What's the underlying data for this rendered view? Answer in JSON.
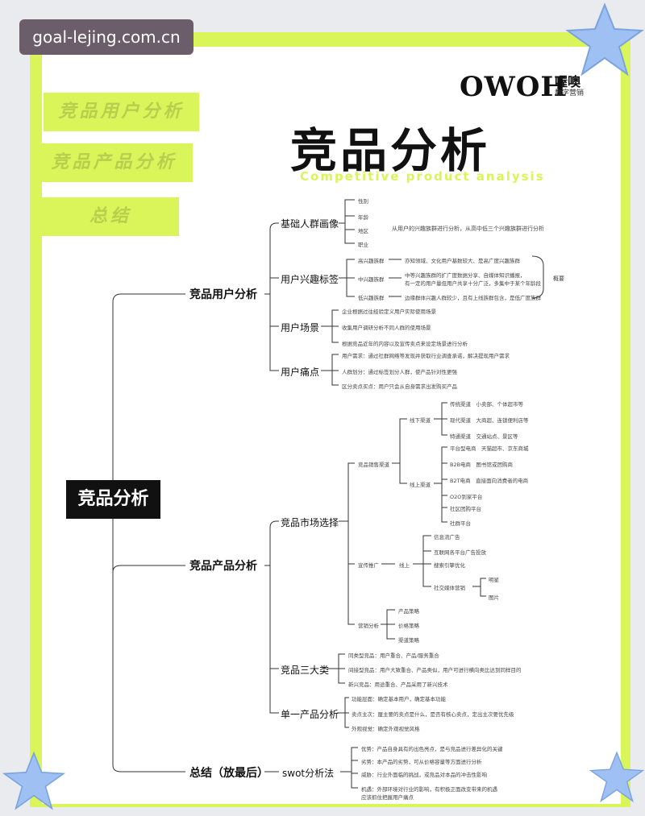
{
  "watermark": "goal-lejing.com.cn",
  "tabs": [
    "竞品用户分析",
    "竞品产品分析",
    "总结"
  ],
  "logo": {
    "mark": "OWOH",
    "cn": "喔噢",
    "sub": "数字营销"
  },
  "title": "竞品分析",
  "subtitle": "Competitive product analysis",
  "colors": {
    "accent": "#d9f55a",
    "star": "#9fc0f2"
  },
  "root": "竞品分析",
  "branches": {
    "user": {
      "label": "竞品用户分析",
      "basic": {
        "label": "基础人群画像",
        "items": [
          "性别",
          "年龄",
          "地区",
          "职业"
        ],
        "note": "从用户的兴趣族群进行分析，从高中低三个兴趣族群进行分析"
      },
      "interest": {
        "label": "用户兴趣标签",
        "groups": [
          {
            "name": "高兴趣族群",
            "desc": [
              "亦知领域、文化用户基数较大、是高广度兴趣族群"
            ]
          },
          {
            "name": "中兴趣族群",
            "desc": [
              "中等兴趣族群的扩广度数据分享、自媒体知识播报，",
              "有一定的用户量但用户共享十分广泛，多集中于某个年龄段"
            ]
          },
          {
            "name": "低兴趣族群",
            "desc": [
              "边缘群体兴趣人群较少，且有上线族群包含，是低广度族群"
            ]
          }
        ],
        "side": "概要"
      },
      "scene": {
        "label": "用户场景",
        "items": [
          "企业根据过往经验定义用户实际使用场景",
          "收集用户调研分析不同人群的使用场景",
          "根据竞品近年的内容以及宣传卖点来设定场景进行分析"
        ]
      },
      "pain": {
        "label": "用户痛点",
        "items": [
          "用户需求：通过社群网络等发现并获取行业调查承诺，解决提现用户需求",
          "人群划分：通过标签划分人群，使产品针对性更强",
          "区分卖点买点：用户只会从自身需求出发购买产品"
        ]
      }
    },
    "product": {
      "label": "竞品产品分析",
      "market": {
        "label": "竞品市场选择",
        "channel": {
          "label": "竞品销售渠道",
          "offline": {
            "label": "线下渠道",
            "items": [
              "传统渠道　小卖部、个体超市等",
              "现代渠道　大商超、连锁便利店等",
              "特通渠道　交通站点、景区等"
            ]
          },
          "online": {
            "label": "线上渠道",
            "items": [
              "平台型电商　天猫超市、京东商城",
              "B2B电商　图书馆或团购商",
              "B2T电商　直接面向消费者的电商",
              "O2O到家平台",
              "社区团购平台",
              "社群平台"
            ]
          }
        },
        "promo": {
          "label": "宣传推广",
          "sub": "线上",
          "items": [
            "信息流广告",
            "互联网各平台广告投放",
            "搜索引擎优化",
            "社交媒体营销"
          ],
          "social": [
            "明星",
            "图片"
          ]
        },
        "mkt": {
          "label": "营销分析",
          "items": [
            "产品策略",
            "价格策略",
            "渠道策略"
          ]
        }
      },
      "three": {
        "label": "竞品三大类",
        "items": [
          "同类型竞品：用户重合、产品/服务重合",
          "间接型竞品：用户大致重合、产品类似，用户可进行横向类比达到同样目的",
          "新兴竞品：用途重合、产品采用了新兴技术"
        ]
      },
      "single": {
        "label": "单一产品分析",
        "items": [
          "功能层面：确定基本用户，确定基本功能",
          "卖点主次：厘主要的卖点是什么，是否有核心卖点，定出主次要优先级",
          "外观视觉：确定外观视觉风格"
        ]
      }
    },
    "summary": {
      "label": "总结（放最后）",
      "swot": {
        "label": "swot分析法",
        "items": [
          "优势：产品自身具有的出色亮点，是与竞品进行差异化的关键",
          "劣势：本产品的劣势，可从价格容量等方面进行分析",
          "威胁：行业外面临的挑战，或竞品对本品的冲击性影响",
          "机遇：外部环境对行业的影响，有积极正面改变带来的机遇",
          "应该抓住把握用户痛点"
        ]
      }
    }
  }
}
